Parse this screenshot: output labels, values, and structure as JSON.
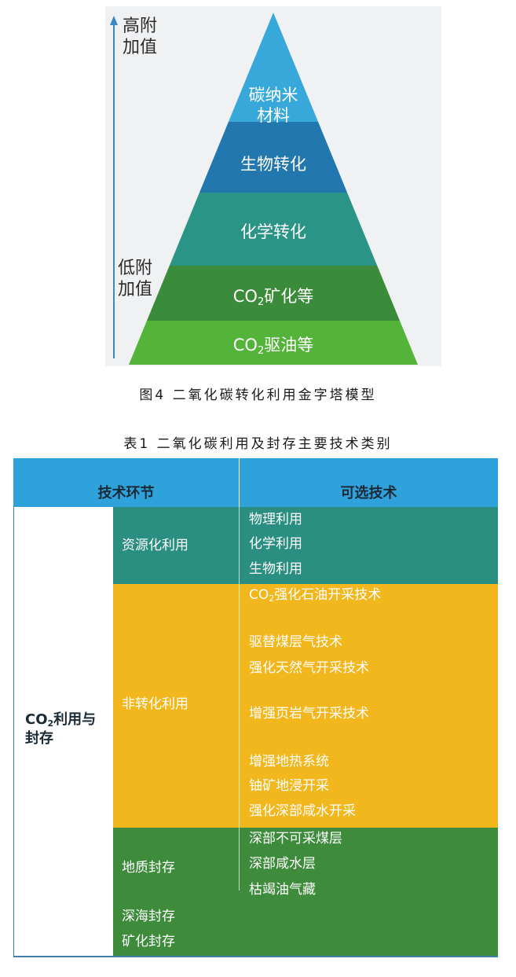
{
  "figure": {
    "label_high": [
      "高附",
      "加值"
    ],
    "label_low": [
      "低附",
      "加值"
    ],
    "layers": [
      {
        "lines": [
          "碳纳米",
          "材料"
        ],
        "color": "#37a8d9"
      },
      {
        "lines": [
          "生物转化"
        ],
        "color": "#2277ae"
      },
      {
        "lines": [
          "化学转化"
        ],
        "color": "#2a9487"
      },
      {
        "prefix": "CO",
        "sub": "2",
        "suffix": "矿化等",
        "color": "#3a8b3a"
      },
      {
        "prefix": "CO",
        "sub": "2",
        "suffix": "驱油等",
        "color": "#54b43a"
      }
    ],
    "caption": "图4  二氧化碳转化利用金字塔模型"
  },
  "table": {
    "caption": "表1  二氧化碳利用及封存主要技术类别",
    "headers": {
      "left": "技术环节",
      "right": "可选技术"
    },
    "root": {
      "prefix": "CO",
      "sub": "2",
      "suffix": "利用与",
      "line2": "封存"
    },
    "colors": {
      "header": "#2fa2dc",
      "teal": "#2a8f80",
      "yellow": "#f2b71d",
      "green": "#3e8b3c"
    },
    "groups": [
      {
        "name": "资源化利用",
        "techs": [
          "物理利用",
          "化学利用",
          "生物利用"
        ]
      },
      {
        "name": "非转化利用",
        "techs": [
          {
            "prefix": "CO",
            "sub": "2",
            "suffix": "强化石油开采技术"
          },
          "驱替煤层气技术",
          "强化天然气开采技术",
          "增强页岩气开采技术",
          "增强地热系统",
          "铀矿地浸开采",
          "强化深部咸水开采"
        ]
      },
      {
        "names": [
          "地质封存",
          "深海封存",
          "矿化封存"
        ],
        "techs": [
          "深部不可采煤层",
          "深部咸水层",
          "枯竭油气藏"
        ]
      }
    ]
  }
}
